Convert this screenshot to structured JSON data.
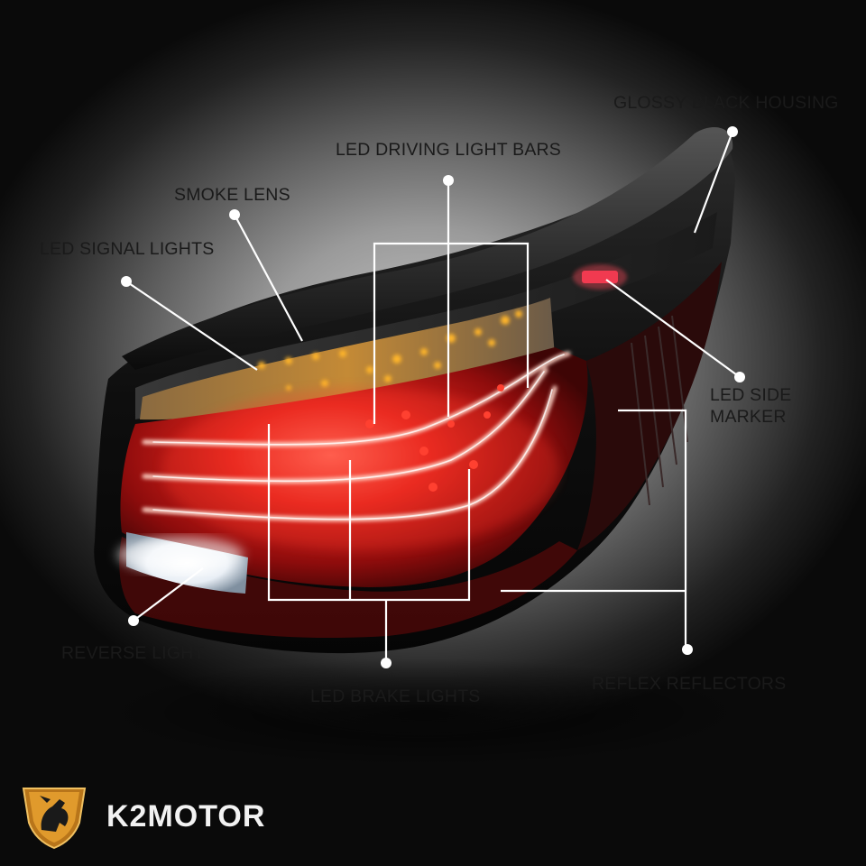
{
  "callouts": {
    "glossy_housing": "GLOSSY BLACK HOUSING",
    "driving_bars": "LED DRIVING LIGHT BARS",
    "smoke_lens": "SMOKE LENS",
    "signal_lights": "LED SIGNAL LIGHTS",
    "side_marker_line1": "LED SIDE",
    "side_marker_line2": "MARKER",
    "reverse_light": "REVERSE LIGHT",
    "brake_lights": "LED BRAKE LIGHTS",
    "reflex_reflectors": "REFLEX REFLECTORS"
  },
  "brand": {
    "logo_text": "K2MOTOR",
    "logo_icon": "griffin-shield-icon"
  },
  "colors": {
    "background_center": "#c9c9c9",
    "housing": "#141414",
    "brake_red": "#e0201c",
    "signal_amber": "#f2a21a",
    "reverse_white": "#ffffff",
    "callout_line": "#ffffff",
    "callout_text": "#1a1a1a"
  }
}
